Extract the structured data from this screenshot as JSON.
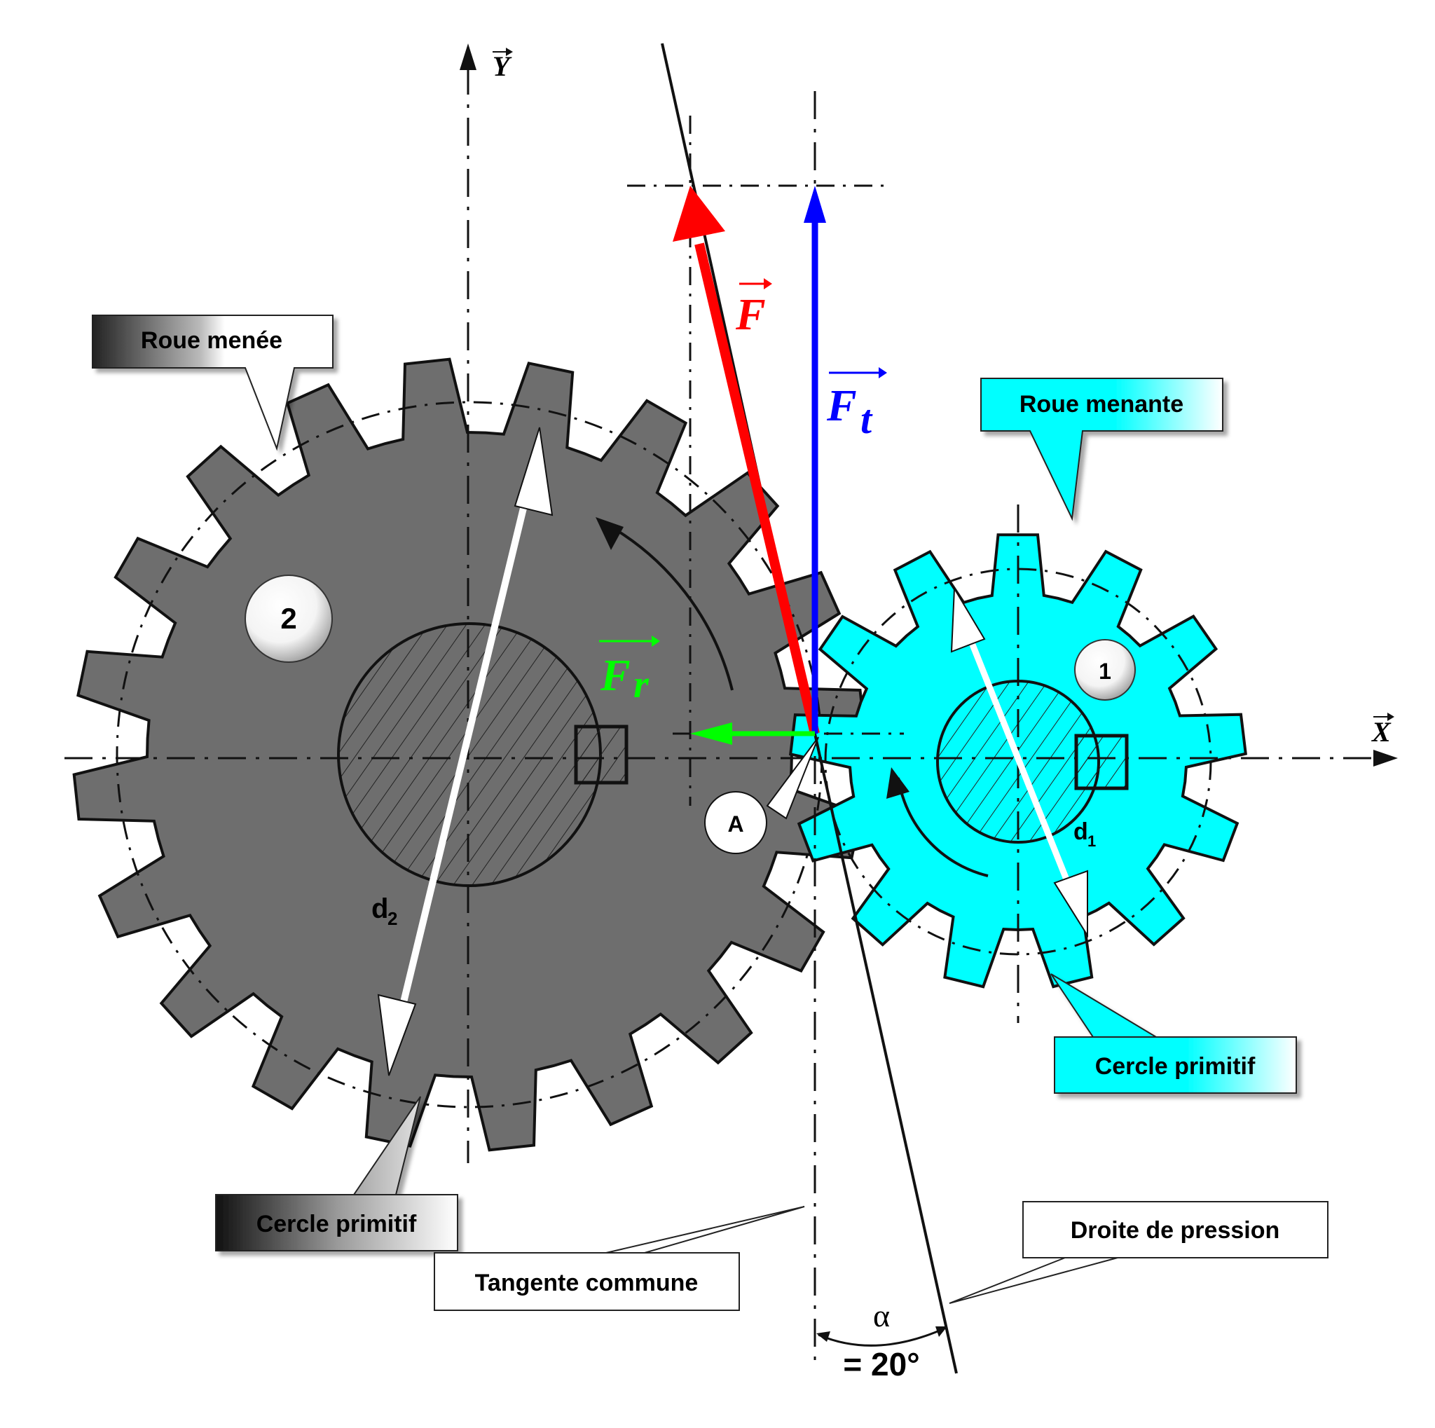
{
  "axes": {
    "x": "X",
    "y": "Y"
  },
  "forces": {
    "F": "F",
    "Ft_main": "F",
    "Ft_sub": "t",
    "Fr_main": "F",
    "Fr_sub": "r"
  },
  "callouts": {
    "roue_menee": "Roue menée",
    "roue_menante": "Roue menante",
    "cercle_primitif_left": "Cercle primitif",
    "cercle_primitif_right": "Cercle primitif",
    "tangente_commune": "Tangente commune",
    "droite_de_pression": "Droite de pression"
  },
  "markers": {
    "wheel2": "2",
    "wheel1": "1",
    "point_a": "A"
  },
  "dims": {
    "d2_main": "d",
    "d2_sub": "2",
    "d1_main": "d",
    "d1_sub": "1"
  },
  "angle": {
    "symbol": "α",
    "value": "= 20°"
  },
  "gears": [
    {
      "name": "Roue menée",
      "teeth": 20,
      "color": "#6e6e6e"
    },
    {
      "name": "Roue menante",
      "teeth": 13,
      "color": "#00ffff"
    }
  ],
  "colors": {
    "F": "#ff0000",
    "Ft": "#0000ff",
    "Fr": "#00ff00",
    "gear2": "#6e6e6e",
    "gear1": "#00ffff"
  }
}
